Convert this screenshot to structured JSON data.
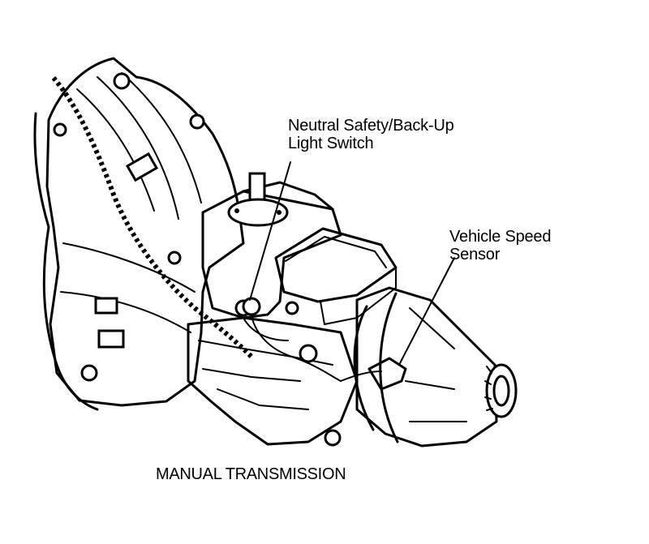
{
  "callouts": {
    "switch": {
      "line1": "Neutral Safety/Back-Up",
      "line2": "Light Switch"
    },
    "sensor": {
      "line1": "Vehicle Speed",
      "line2": "Sensor"
    }
  },
  "caption": "MANUAL TRANSMISSION",
  "colors": {
    "ink": "#000000",
    "paper": "#ffffff"
  }
}
